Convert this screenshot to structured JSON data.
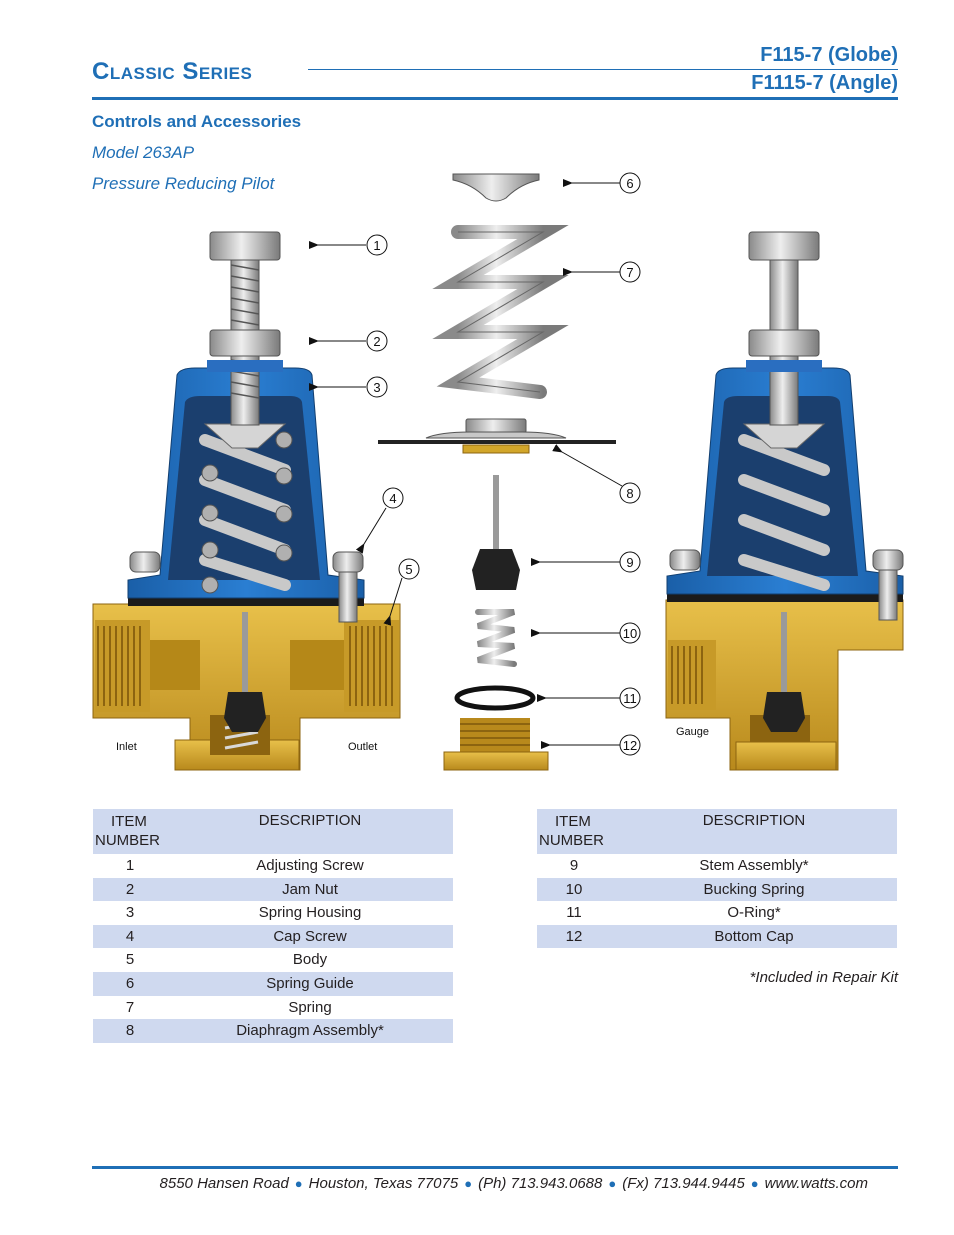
{
  "header": {
    "series_title": "Classic Series",
    "model_globe": "F115-7 (Globe)",
    "model_angle": "F1115-7 (Angle)"
  },
  "intro": {
    "section_heading": "Controls and Accessories",
    "model_number": "Model 263AP",
    "model_description": "Pressure Reducing Pilot"
  },
  "diagram": {
    "callouts": [
      "1",
      "2",
      "3",
      "4",
      "5",
      "6",
      "7",
      "8",
      "9",
      "10",
      "11",
      "12"
    ],
    "port_labels": {
      "inlet": "Inlet",
      "outlet": "Outlet",
      "gauge": "Gauge"
    },
    "colors": {
      "housing": "#1e6fc0",
      "housing_inner": "#1b3f6e",
      "body": "#d4a52c",
      "body_dark": "#a87a12",
      "steel": "#b9b9b9",
      "black": "#222222"
    }
  },
  "tables": {
    "header_number": [
      "ITEM",
      "NUMBER"
    ],
    "header_description": "DESCRIPTION",
    "left_rows": [
      {
        "number": "1",
        "description": "Adjusting Screw"
      },
      {
        "number": "2",
        "description": "Jam Nut"
      },
      {
        "number": "3",
        "description": "Spring Housing"
      },
      {
        "number": "4",
        "description": "Cap Screw"
      },
      {
        "number": "5",
        "description": "Body"
      },
      {
        "number": "6",
        "description": "Spring Guide"
      },
      {
        "number": "7",
        "description": "Spring"
      },
      {
        "number": "8",
        "description": "Diaphragm Assembly*"
      }
    ],
    "right_rows": [
      {
        "number": "9",
        "description": "Stem Assembly*"
      },
      {
        "number": "10",
        "description": "Bucking Spring"
      },
      {
        "number": "11",
        "description": "O-Ring*"
      },
      {
        "number": "12",
        "description": "Bottom Cap"
      }
    ],
    "note": "*Included in Repair Kit"
  },
  "footer": {
    "address": "8550 Hansen Road",
    "city": "Houston, Texas 77075",
    "phone": "(Ph) 713.943.0688",
    "fax": "(Fx) 713.944.9445",
    "web": "www.watts.com"
  }
}
